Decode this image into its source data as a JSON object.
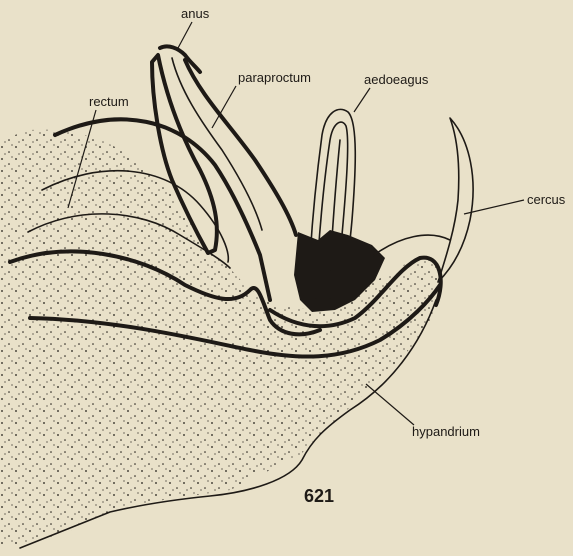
{
  "labels": {
    "anus": "anus",
    "rectum": "rectum",
    "paraproctum": "paraproctum",
    "aedoeagus": "aedoeagus",
    "cercus": "cercus",
    "hypandrium": "hypandrium"
  },
  "figure_number": "621",
  "colors": {
    "paper": "#e9e1c9",
    "ink": "#1e1a16",
    "shaded_region": "#1e1a16"
  }
}
